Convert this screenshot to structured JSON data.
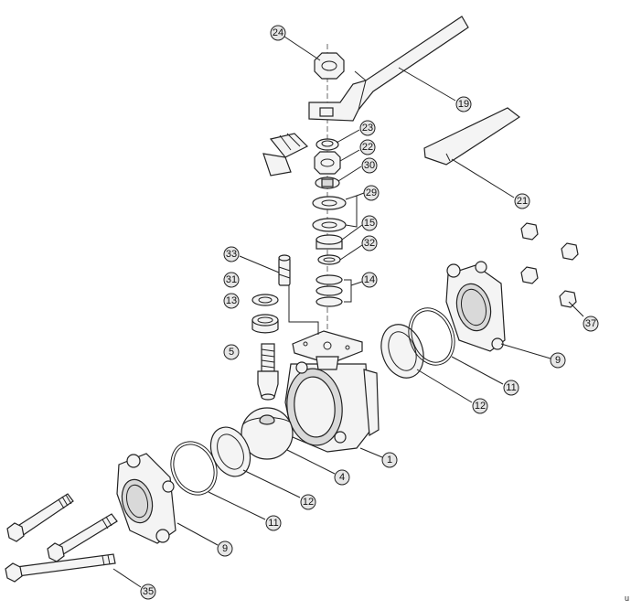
{
  "callouts": [
    {
      "id": "c24",
      "label": "24"
    },
    {
      "id": "c19",
      "label": "19"
    },
    {
      "id": "c23",
      "label": "23"
    },
    {
      "id": "c22",
      "label": "22"
    },
    {
      "id": "c30",
      "label": "30"
    },
    {
      "id": "c29",
      "label": "29"
    },
    {
      "id": "c15",
      "label": "15"
    },
    {
      "id": "c32",
      "label": "32"
    },
    {
      "id": "c14",
      "label": "14"
    },
    {
      "id": "c21",
      "label": "21"
    },
    {
      "id": "c33",
      "label": "33"
    },
    {
      "id": "c31",
      "label": "31"
    },
    {
      "id": "c13",
      "label": "13"
    },
    {
      "id": "c5",
      "label": "5"
    },
    {
      "id": "c37",
      "label": "37"
    },
    {
      "id": "c9a",
      "label": "9"
    },
    {
      "id": "c11a",
      "label": "11"
    },
    {
      "id": "c12a",
      "label": "12"
    },
    {
      "id": "c1",
      "label": "1"
    },
    {
      "id": "c4",
      "label": "4"
    },
    {
      "id": "c12b",
      "label": "12"
    },
    {
      "id": "c11b",
      "label": "11"
    },
    {
      "id": "c9b",
      "label": "9"
    },
    {
      "id": "c35",
      "label": "35"
    }
  ],
  "edge_mark": "u"
}
